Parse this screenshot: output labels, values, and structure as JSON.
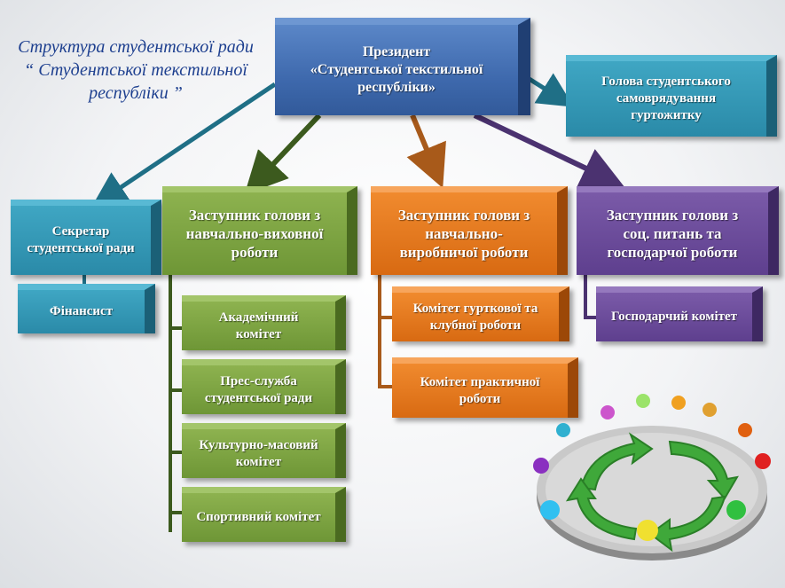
{
  "title": {
    "line1": "Структура студентської ради",
    "line2": "“ Студентської текстильної",
    "line3": "республіки ”"
  },
  "president": "Президент\n«Студентської текстильної\nреспубліки»",
  "dorm_head": "Голова студентського\nсамоврядування\nгуртожитку",
  "secretary": "Секретар\nстудентської ради",
  "financier": "Фінансист",
  "deputy_education": "Заступник голови з\nнавчально-виховної\nроботи",
  "deputy_production": "Заступник голови з\nнавчально-\nвиробничої роботи",
  "deputy_social": "Заступник голови з\nсоц. питань та\nгосподарчої роботи",
  "committees_education": [
    "Академічний\nкомітет",
    "Прес-служба\nстудентської ради",
    "Культурно-масовий\nкомітет",
    "Спортивний комітет"
  ],
  "committees_production": [
    "Комітет гурткової та\nклубної роботи",
    "Комітет практичної\nроботи"
  ],
  "committees_social": [
    "Господарчий комітет"
  ],
  "colors": {
    "blue": "#3e69ad",
    "teal": "#2a8aa8",
    "green": "#6e9636",
    "orange": "#d86a12",
    "purple": "#5e3f8e",
    "title": "#1d3f8f"
  }
}
